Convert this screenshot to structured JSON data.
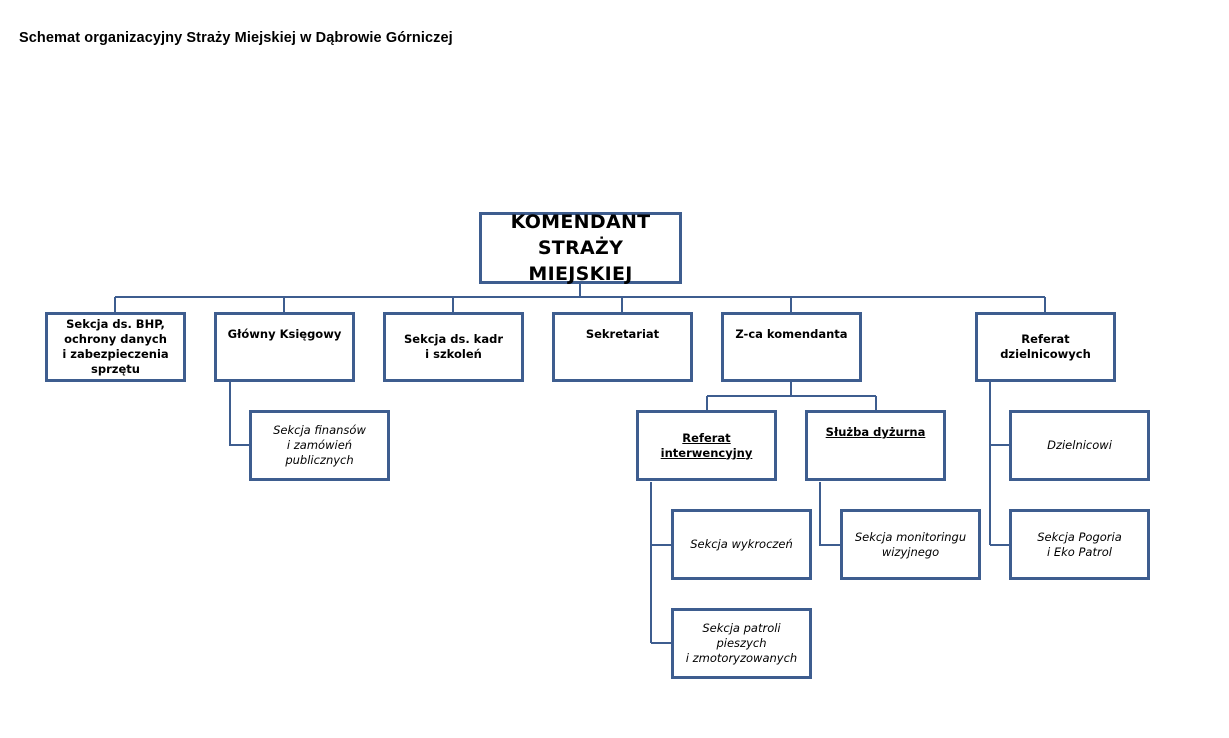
{
  "title": "Schemat organizacyjny Straży Miejskiej w Dąbrowie Górniczej",
  "colors": {
    "box_border": "#3e5d8f",
    "connector": "#3e5d8f"
  },
  "head": {
    "line1": "KOMENDANT",
    "line2": "STRAŻY MIEJSKIEJ"
  },
  "level1": {
    "bhp": {
      "line1": "Sekcja ds. BHP,",
      "line2": "ochrony danych",
      "line3": "i zabezpieczenia",
      "line4": "sprzętu"
    },
    "ksiegowy": {
      "line1": "Główny Księgowy"
    },
    "kadry": {
      "line1": "Sekcja ds. kadr",
      "line2": "i szkoleń"
    },
    "sekretariat": {
      "line1": "Sekretariat"
    },
    "zastepca": {
      "line1": "Z-ca komendanta"
    },
    "dzielnicowi": {
      "line1": "Referat dzielnicowych"
    }
  },
  "finanse": {
    "line1": "Sekcja finansów",
    "line2": "i zamówień",
    "line3": "publicznych"
  },
  "interwencyjny": {
    "line1": "Referat interwencyjny"
  },
  "dyzurna": {
    "line1": "Służba dyżurna"
  },
  "wykroczenia": {
    "line1": "Sekcja wykroczeń"
  },
  "patrole": {
    "line1": "Sekcja patroli pieszych",
    "line2": "i zmotoryzowanych"
  },
  "monitoring": {
    "line1": "Sekcja monitoringu",
    "line2": "wizyjnego"
  },
  "dzielnicowi_unit": {
    "line1": "Dzielnicowi"
  },
  "pogoria": {
    "line1": "Sekcja Pogoria",
    "line2": "i Eko Patrol"
  }
}
